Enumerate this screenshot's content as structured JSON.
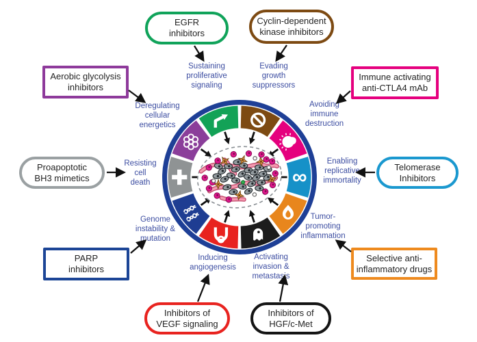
{
  "diagram": {
    "name": "hallmarks-of-cancer-therapeutic-targeting-wheel",
    "label_color": "#3c4da1",
    "arrow_color": "#111111"
  },
  "wheel": {
    "ring_color": "#1e3f96"
  },
  "therapies": [
    {
      "id": "egfr-inhibitors",
      "label": "EGFR\ninhibitors",
      "border_color": "#10a35a",
      "shape": "pill"
    },
    {
      "id": "cdk-inhibitors",
      "label": "Cyclin-dependent\nkinase inhibitors",
      "border_color": "#7d4a12",
      "shape": "pill"
    },
    {
      "id": "aerobic-glycolysis-inhibitors",
      "label": "Aerobic glycolysis\ninhibitors",
      "border_color": "#8e3a9b",
      "shape": "rect"
    },
    {
      "id": "immune-activating-anti-ctla4-mab",
      "label": "Immune activating\nanti-CTLA4 mAb",
      "border_color": "#e5007e",
      "shape": "rect"
    },
    {
      "id": "proapoptotic-bh3-mimetics",
      "label": "Proapoptotic\nBH3 mimetics",
      "border_color": "#9aa0a2",
      "shape": "pill"
    },
    {
      "id": "telomerase-inhibitors",
      "label": "Telomerase\nInhibitors",
      "border_color": "#1a98cf",
      "shape": "pill"
    },
    {
      "id": "parp-inhibitors",
      "label": "PARP\ninhibitors",
      "border_color": "#1c4596",
      "shape": "rect"
    },
    {
      "id": "selective-anti-inflammatory-drugs",
      "label": "Selective anti-\ninflammatory drugs",
      "border_color": "#ee8a1e",
      "shape": "rect"
    },
    {
      "id": "vegf-signaling-inhibitors",
      "label": "Inhibitors of\nVEGF signaling",
      "border_color": "#e8231f",
      "shape": "pill"
    },
    {
      "id": "hgf-cmet-inhibitors",
      "label": "Inhibitors of\nHGF/c-Met",
      "border_color": "#141414",
      "shape": "pill"
    }
  ],
  "hallmarks": [
    {
      "id": "sustaining-proliferative-signaling",
      "label": "Sustaining\nproliferative\nsignaling",
      "segment_color": "#13a257",
      "icon": "bent-arrow-icon"
    },
    {
      "id": "evading-growth-suppressors",
      "label": "Evading\ngrowth\nsuppressors",
      "segment_color": "#7d4a12",
      "icon": "prohibition-icon"
    },
    {
      "id": "avoiding-immune-destruction",
      "label": "Avoiding\nimmune\ndestruction",
      "segment_color": "#e5007e",
      "icon": "immune-cell-icon"
    },
    {
      "id": "enabling-replicative-immortality",
      "label": "Enabling\nreplicative\nimmortality",
      "segment_color": "#1691c8",
      "icon": "infinity-icon"
    },
    {
      "id": "tumor-promoting-inflammation",
      "label": "Tumor-\npromoting\ninflammation",
      "segment_color": "#e8861d",
      "icon": "flame-icon"
    },
    {
      "id": "activating-invasion-metastasis",
      "label": "Activating\ninvasion &\nmetastasis",
      "segment_color": "#1c1c1c",
      "icon": "invading-cell-icon"
    },
    {
      "id": "inducing-angiogenesis",
      "label": "Inducing\nangiogenesis",
      "segment_color": "#e8231f",
      "icon": "vessel-icon"
    },
    {
      "id": "genome-instability-mutation",
      "label": "Genome\ninstability &\nmutation",
      "segment_color": "#1e3d92",
      "icon": "dna-icon"
    },
    {
      "id": "resisting-cell-death",
      "label": "Resisting\ncell\ndeath",
      "segment_color": "#8f9394",
      "icon": "cross-icon"
    },
    {
      "id": "deregulating-cellular-energetics",
      "label": "Deregulating\ncellular\nenergetics",
      "segment_color": "#8b3e9a",
      "icon": "atom-icon"
    }
  ]
}
